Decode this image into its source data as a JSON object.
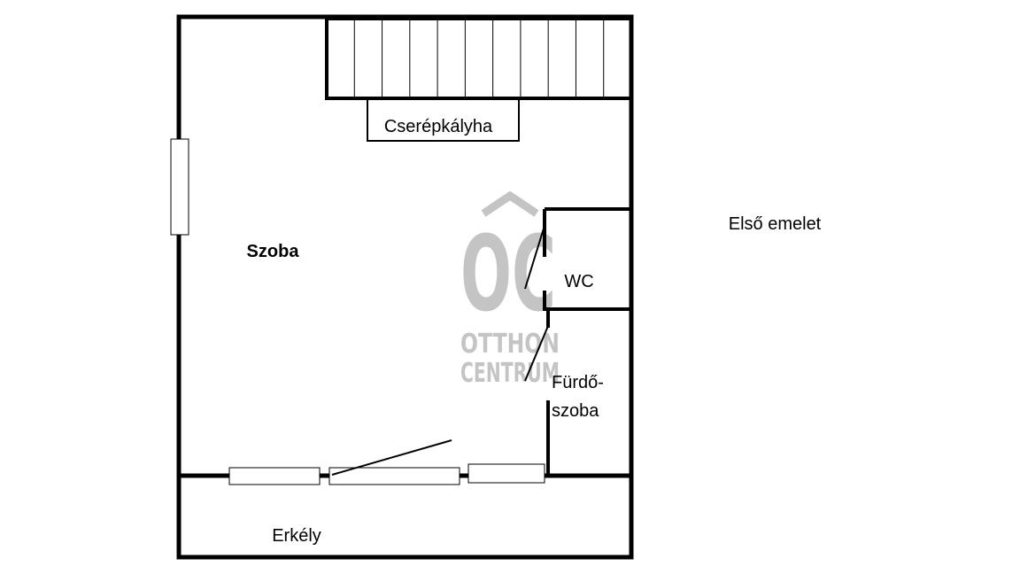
{
  "floor_label": "Első emelet",
  "rooms": {
    "living": "Szoba",
    "stove": "Cserépkályha",
    "wc": "WC",
    "bath_line1": "Fürdő-",
    "bath_line2": "szoba",
    "balcony": "Erkély"
  },
  "watermark": {
    "monogram": "OC",
    "line1": "OTTHON",
    "line2": "CENTRUM",
    "color": "#c4c4c4"
  },
  "stairs": {
    "step_count": 11
  },
  "colors": {
    "wall": "#000000",
    "background": "#ffffff"
  }
}
